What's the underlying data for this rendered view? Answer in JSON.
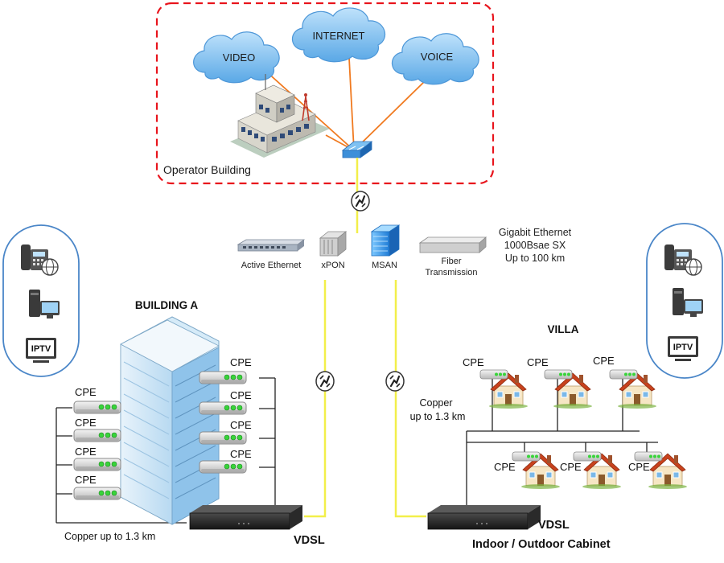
{
  "operator": {
    "clouds": {
      "video": "VIDEO",
      "internet": "INTERNET",
      "voice": "VOICE"
    },
    "building_label": "Operator Building"
  },
  "transport": {
    "active_ethernet": "Active Ethernet",
    "xpon": "xPON",
    "msan": "MSAN",
    "fiber_line1": "Fiber",
    "fiber_line2": "Transmission",
    "gig_line1": "Gigabit Ethernet",
    "gig_line2": "1000Bsae SX",
    "gig_line3": "Up to 100 km"
  },
  "building_a": {
    "title": "BUILDING A",
    "cpe_label": "CPE",
    "copper_note": "Copper up to 1.3 km",
    "vdsl_label": "VDSL"
  },
  "villa": {
    "title": "VILLA",
    "cpe_label": "CPE",
    "copper_line1": "Copper",
    "copper_line2": "up to 1.3 km",
    "vdsl_label": "VDSL",
    "cabinet_label": "Indoor / Outdoor Cabinet"
  },
  "services": {
    "iptv_label": "IPTV"
  },
  "colors": {
    "dashed_border": "#e8141c",
    "fiber_orange": "#f07a20",
    "copper_yellow": "#f2ef4a",
    "cloud_blue": "#6fb8f0",
    "oval_border": "#4a86c8",
    "building_blue": "#8fc3ea"
  },
  "icons": [
    "cloud-icon",
    "office-building-icon",
    "router-icon",
    "link-icon",
    "switch-icon",
    "server-icon",
    "ip-phone-icon",
    "desktop-pc-icon",
    "tv-icon",
    "house-icon",
    "cpe-modem-icon",
    "vdsl-dslam-icon"
  ]
}
